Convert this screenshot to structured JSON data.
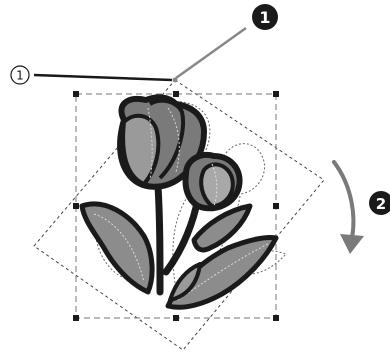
{
  "callouts": {
    "one": {
      "label": "1"
    },
    "circled_one": {
      "label": "①"
    },
    "two": {
      "label": "2"
    }
  },
  "colors": {
    "dark": "#1a1a1a",
    "petal_dark": "#6e6e6e",
    "petal_mid": "#9a9a9a",
    "leaf": "#8c8c8c",
    "frame": "#555555",
    "arrow": "#7a7a7a",
    "bg": "#ffffff"
  }
}
